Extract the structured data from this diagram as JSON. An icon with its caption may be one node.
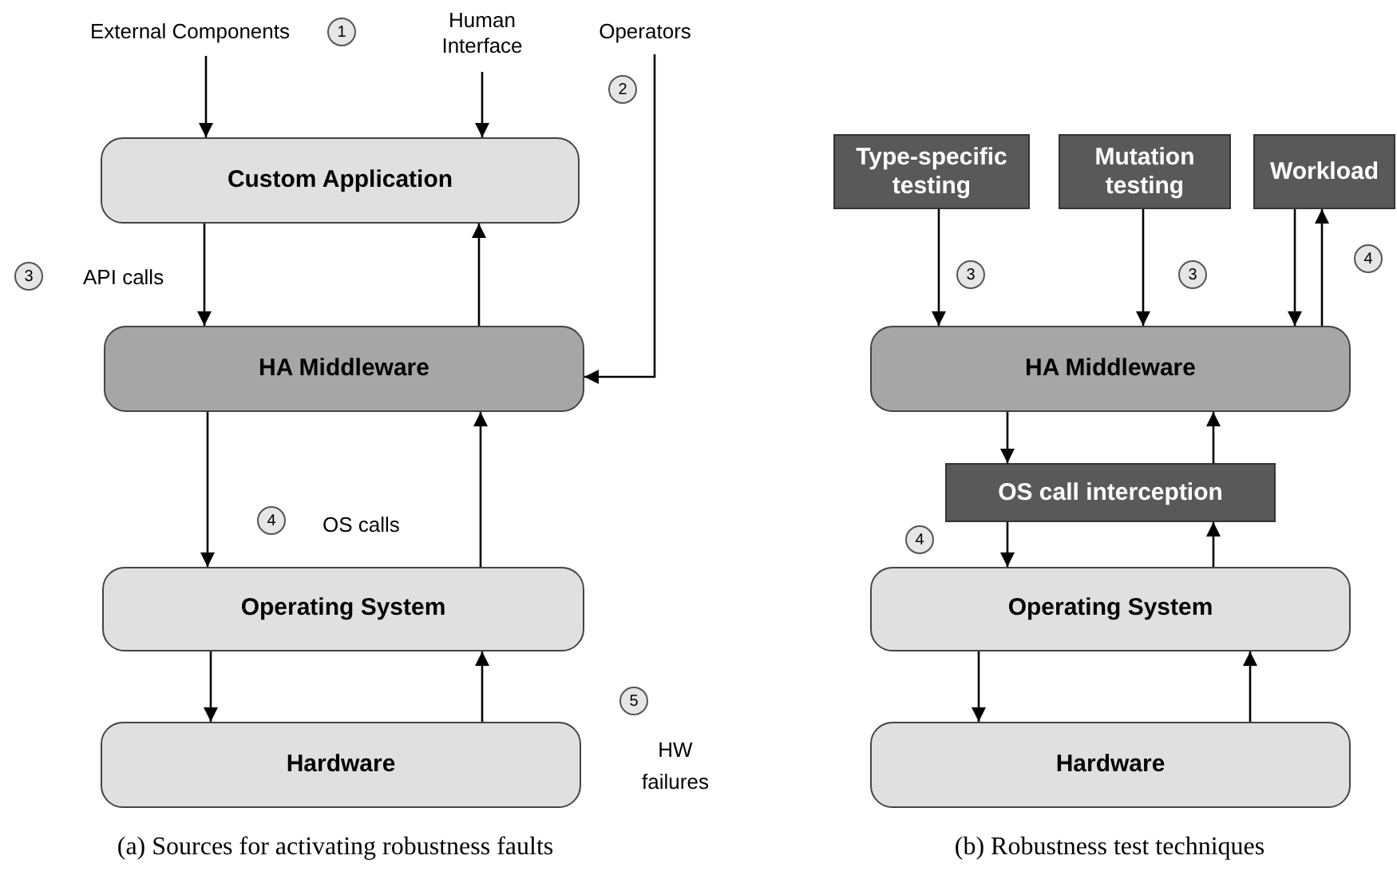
{
  "diagram": {
    "nodes": [
      {
        "text": [
          "External Components"
        ]
      },
      {
        "text": [
          "Human Interface"
        ]
      },
      {
        "text": [
          "Operators"
        ]
      },
      {
        "text": [
          "Custom Application"
        ]
      },
      {
        "text": [
          "HA Middleware"
        ]
      },
      {
        "text": [
          "Operating System"
        ]
      },
      {
        "text": [
          "Hardware"
        ]
      },
      {
        "text": [
          "Type-specific testing"
        ]
      },
      {
        "text": [
          "Mutation testing"
        ]
      },
      {
        "text": [
          "Workload"
        ]
      },
      {
        "text": [
          "HA Middleware"
        ]
      },
      {
        "text": [
          "OS call interception"
        ]
      },
      {
        "text": [
          "Operating System"
        ]
      },
      {
        "text": [
          "Hardware"
        ]
      }
    ],
    "edges": [
      {
        "from": 0,
        "to": 3,
        "arrow": "to"
      },
      {
        "from": 1,
        "to": 3,
        "arrow": "to"
      },
      {
        "from": 2,
        "to": 4,
        "arrow": "to"
      },
      {
        "from": 3,
        "to": 4,
        "arrow": "to"
      },
      {
        "from": 4,
        "to": 3,
        "arrow": "to"
      },
      {
        "from": 4,
        "to": 5,
        "arrow": "to"
      },
      {
        "from": 5,
        "to": 4,
        "arrow": "to"
      },
      {
        "from": 5,
        "to": 6,
        "arrow": "to"
      },
      {
        "from": 6,
        "to": 5,
        "arrow": "to"
      },
      {
        "from": 7,
        "to": 10,
        "arrow": "to"
      },
      {
        "from": 8,
        "to": 10,
        "arrow": "to"
      },
      {
        "from": 9,
        "to": 10,
        "arrow": "to"
      },
      {
        "from": 10,
        "to": 9,
        "arrow": "to"
      },
      {
        "from": 10,
        "to": 11,
        "arrow": "to"
      },
      {
        "from": 11,
        "to": 10,
        "arrow": "to"
      },
      {
        "from": 11,
        "to": 12,
        "arrow": "to"
      },
      {
        "from": 12,
        "to": 11,
        "arrow": "to"
      },
      {
        "from": 12,
        "to": 13,
        "arrow": "to"
      },
      {
        "from": 13,
        "to": 12,
        "arrow": "to"
      }
    ],
    "labels": [
      "1",
      "2",
      "3",
      "API calls",
      "4",
      "OS calls",
      "5",
      "HW failures",
      "3",
      "3",
      "4",
      "4",
      "(a) Sources for activating robustness faults",
      "(b) Robustness test techniques"
    ]
  }
}
